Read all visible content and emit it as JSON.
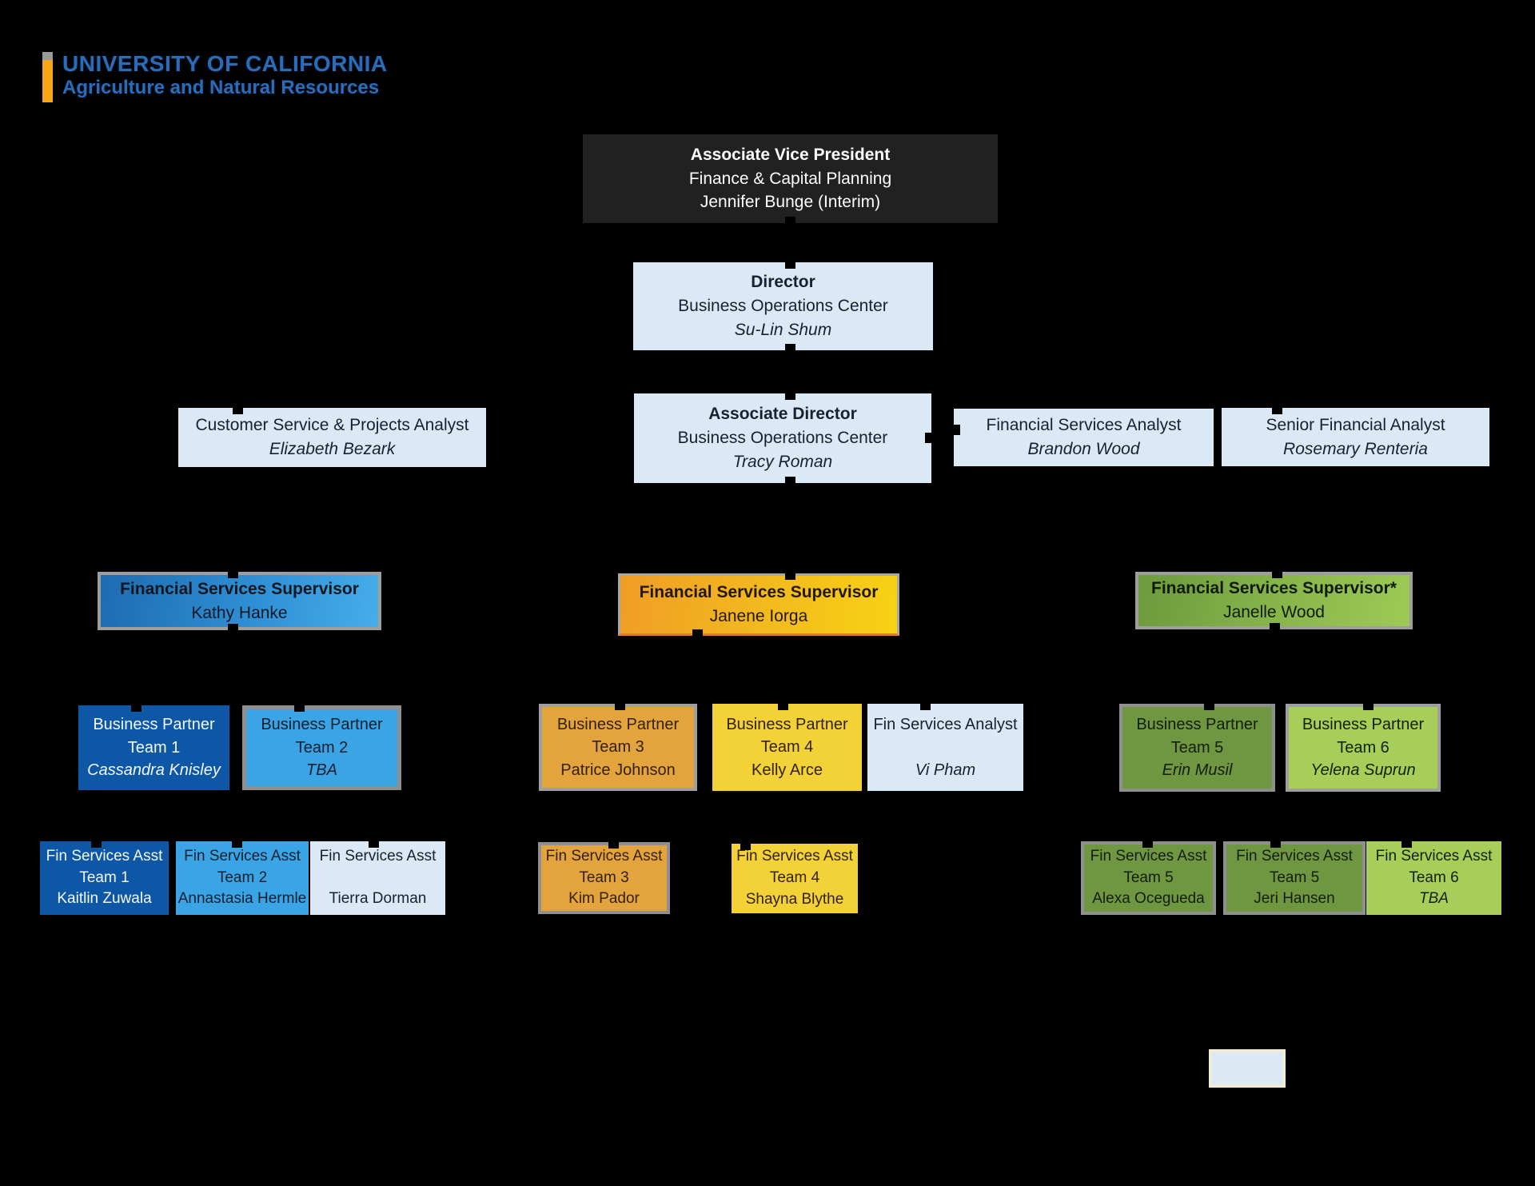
{
  "colors": {
    "background": "#000000",
    "box_dark": "#212121",
    "box_light_blue": "#dbe9f6",
    "dark_blue": "#0d57a6",
    "medium_blue": "#3ba4e5",
    "orange": "#e3a33d",
    "yellow": "#f3d237",
    "olive_green": "#6f9741",
    "light_green": "#a6ce58",
    "supervisor_blue_gradient": [
      "#1e6bb0",
      "#45aeea"
    ],
    "supervisor_gold_gradient": [
      "#ef9d26",
      "#f7d313"
    ],
    "supervisor_green_gradient": [
      "#6d9a3c",
      "#9dca55"
    ],
    "logo_blue": "#2b6cb8",
    "logo_gold": "#f9a51a",
    "border_gray": "#969696"
  },
  "logo": {
    "line1": "UNIVERSITY OF CALIFORNIA",
    "line2": "Agriculture and Natural Resources"
  },
  "boxes": {
    "avp": {
      "title": "Associate Vice President",
      "dept": "Finance & Capital Planning",
      "name": "Jennifer Bunge (Interim)"
    },
    "director": {
      "title": "Director",
      "dept": "Business Operations Center",
      "name": "Su-Lin Shum"
    },
    "associate_director": {
      "title": "Associate Director",
      "dept": "Business Operations Center",
      "name": "Tracy Roman"
    },
    "customer_service_analyst": {
      "title": "Customer Service & Projects Analyst",
      "name": "Elizabeth Bezark"
    },
    "financial_services_analyst": {
      "title": "Financial Services Analyst",
      "name": "Brandon Wood"
    },
    "senior_financial_analyst": {
      "title": "Senior Financial Analyst",
      "name": "Rosemary Renteria"
    },
    "supervisor_blue": {
      "title": "Financial Services Supervisor",
      "name": "Kathy Hanke"
    },
    "supervisor_gold": {
      "title": "Financial Services Supervisor",
      "name": "Janene Iorga"
    },
    "supervisor_green": {
      "title": "Financial Services Supervisor*",
      "name": "Janelle Wood"
    },
    "bp_team1": {
      "title": "Business Partner",
      "team": "Team 1",
      "name": "Cassandra Knisley"
    },
    "bp_team2": {
      "title": "Business Partner",
      "team": "Team 2",
      "name": "TBA"
    },
    "bp_team3": {
      "title": "Business Partner",
      "team": "Team 3",
      "name": "Patrice Johnson"
    },
    "bp_team4": {
      "title": "Business Partner",
      "team": "Team 4",
      "name": "Kelly Arce"
    },
    "fin_services_analyst_pham": {
      "title": "Fin Services Analyst",
      "team": "",
      "name": "Vi Pham"
    },
    "bp_team5": {
      "title": "Business Partner",
      "team": "Team 5",
      "name": "Erin Musil"
    },
    "bp_team6": {
      "title": "Business Partner",
      "team": "Team 6",
      "name": "Yelena Suprun"
    },
    "fsa_team1": {
      "title": "Fin Services Asst",
      "team": "Team 1",
      "name": "Kaitlin Zuwala"
    },
    "fsa_team2": {
      "title": "Fin Services Asst",
      "team": "Team 2",
      "name": "Annastasia Hermle"
    },
    "fsa_dorman": {
      "title": "Fin Services Asst",
      "team": "",
      "name": "Tierra Dorman"
    },
    "fsa_team3": {
      "title": "Fin Services Asst",
      "team": "Team 3",
      "name": "Kim Pador"
    },
    "fsa_team4": {
      "title": "Fin Services Asst",
      "team": "Team 4",
      "name": "Shayna Blythe"
    },
    "fsa_team5a": {
      "title": "Fin Services Asst",
      "team": "Team 5",
      "name": "Alexa Ocegueda"
    },
    "fsa_team5b": {
      "title": "Fin Services Asst",
      "team": "Team 5",
      "name": "Jeri Hansen"
    },
    "fsa_team6": {
      "title": "Fin Services Asst",
      "team": "Team 6",
      "name": "TBA"
    }
  }
}
